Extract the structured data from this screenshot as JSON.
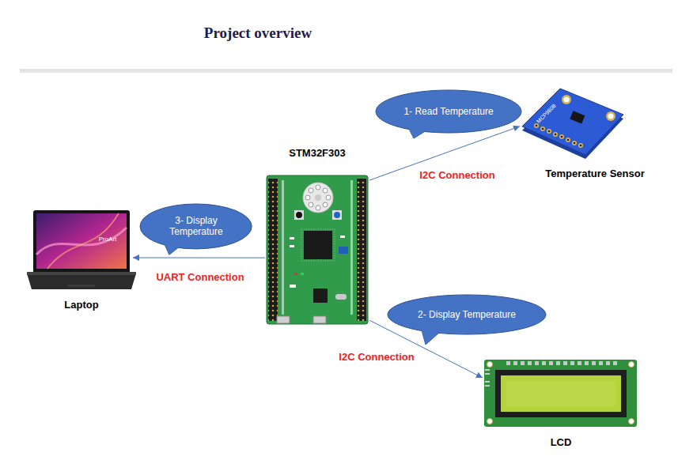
{
  "diagram": {
    "title": "Project overview",
    "nodes": [
      {
        "text": [
          "1- Read Temperature"
        ]
      },
      {
        "text": [
          "Temperature Sensor"
        ]
      },
      {
        "text": [
          "STM32F303"
        ]
      },
      {
        "text": [
          "3- Display Temperature"
        ]
      },
      {
        "text": [
          "Laptop"
        ]
      },
      {
        "text": [
          "2- Display Temperature"
        ]
      },
      {
        "text": [
          "LCD"
        ]
      }
    ],
    "edges": [
      {
        "from": 2,
        "to": 1,
        "arrow": "to",
        "label": "I2C Connection"
      },
      {
        "from": 2,
        "to": 4,
        "arrow": "to",
        "label": "UART Connection"
      },
      {
        "from": 2,
        "to": 6,
        "arrow": "to",
        "label": "I2C Connection"
      }
    ],
    "labels": [
      "MCP9808",
      "ProArt"
    ]
  }
}
